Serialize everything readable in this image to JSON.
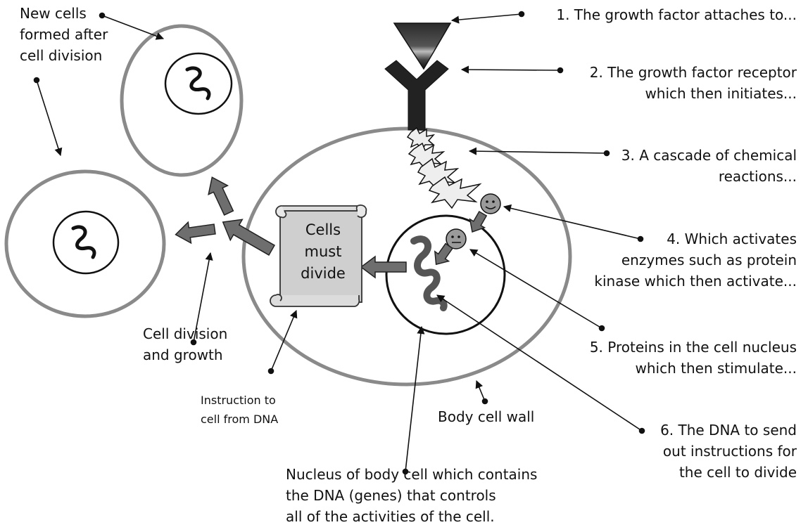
{
  "labels": {
    "new_cells": [
      "New cells",
      "formed after",
      "cell division"
    ],
    "growth_factor": "1. The growth factor attaches to...",
    "receptor": [
      "2. The growth factor receptor",
      "which then initiates..."
    ],
    "cascade": [
      "3. A cascade of chemical",
      "reactions..."
    ],
    "enzymes": [
      "4. Which activates",
      "enzymes such as protein",
      "kinase which then activate..."
    ],
    "proteins": [
      "5. Proteins in the cell nucleus",
      "which then stimulate..."
    ],
    "dna": [
      "6. The DNA to send",
      "out instructions for",
      "the cell to divide"
    ],
    "cell_division": [
      "Cell division",
      "and growth"
    ],
    "instruction": [
      "Instruction to",
      "cell from DNA"
    ],
    "cell_wall": "Body cell wall",
    "nucleus": [
      "Nucleus of body cell which contains",
      "the DNA (genes) that controls",
      "all of the activities of the cell."
    ],
    "scroll": [
      "Cells",
      "must",
      "divide"
    ]
  },
  "colors": {
    "cell_outline": "#8a8a8a",
    "arrow_fill": "#6e6e6e",
    "scroll_fill": "#cfcfcf",
    "receptor": "#222222",
    "line": "#111111"
  }
}
